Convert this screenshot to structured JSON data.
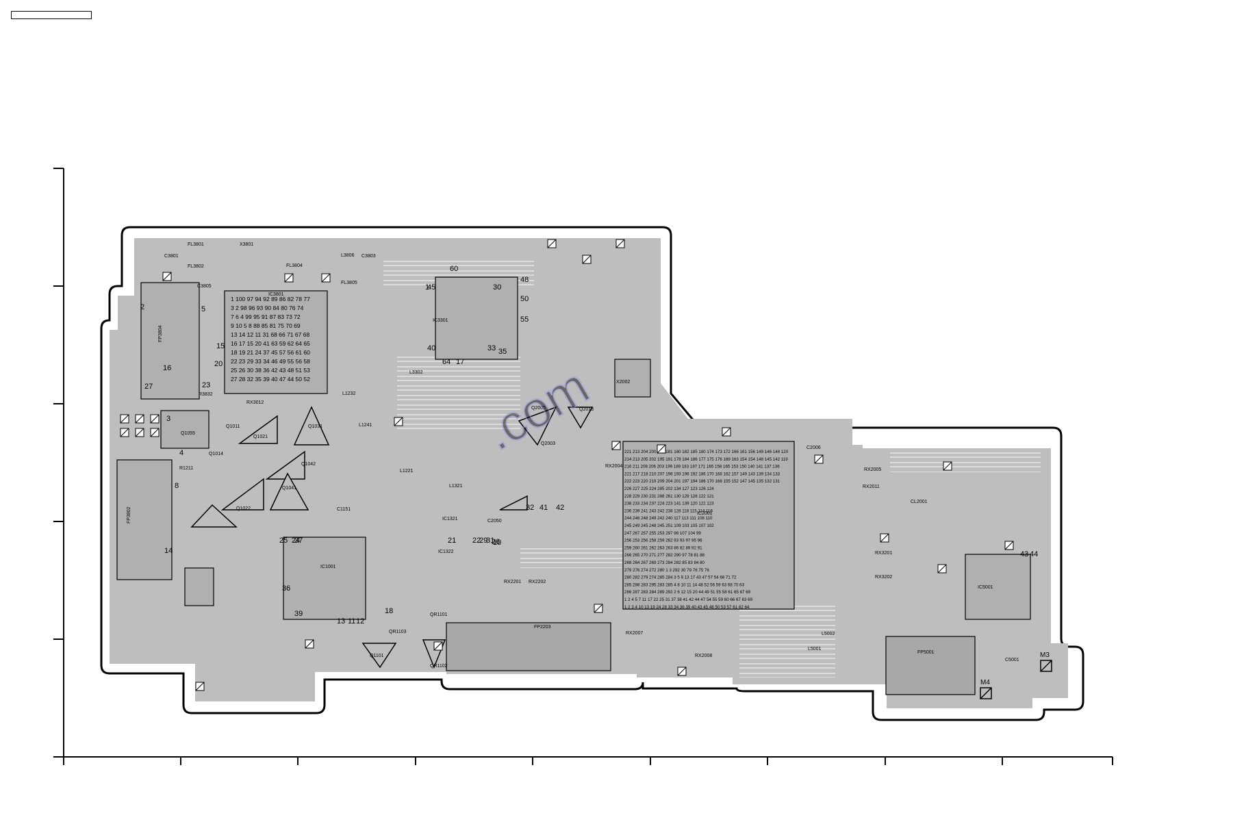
{
  "colors": {
    "board_fill": "#bebebe",
    "trace": "#e2e2e2",
    "outline": "#000000",
    "watermark": "#8e8ee6"
  },
  "components": [
    {
      "ref": "FL3801"
    },
    {
      "ref": "FL3802"
    },
    {
      "ref": "X3801"
    },
    {
      "ref": "FL3804"
    },
    {
      "ref": "FL3805"
    },
    {
      "ref": "L3806"
    },
    {
      "ref": "IC3801"
    },
    {
      "ref": "FP3804"
    },
    {
      "ref": "IC3301"
    },
    {
      "ref": "IC1001"
    },
    {
      "ref": "FP3802"
    },
    {
      "ref": "Q1055"
    },
    {
      "ref": "Q1031"
    },
    {
      "ref": "Q1021"
    },
    {
      "ref": "Q1041"
    },
    {
      "ref": "Q1022"
    },
    {
      "ref": "Q1014"
    },
    {
      "ref": "Q1011"
    },
    {
      "ref": "Q1042"
    },
    {
      "ref": "IC2001"
    },
    {
      "ref": "FP2203"
    },
    {
      "ref": "IC5001"
    },
    {
      "ref": "FP5001"
    },
    {
      "ref": "X2002"
    },
    {
      "ref": "Q2005"
    },
    {
      "ref": "Q2013"
    },
    {
      "ref": "Q2003"
    },
    {
      "ref": "Q1101"
    },
    {
      "ref": "QR1101"
    },
    {
      "ref": "QR1102"
    },
    {
      "ref": "QR1103"
    },
    {
      "ref": "L1232"
    },
    {
      "ref": "L1241"
    },
    {
      "ref": "L3302"
    },
    {
      "ref": "L1221"
    },
    {
      "ref": "L1321"
    },
    {
      "ref": "IC1321"
    },
    {
      "ref": "IC1322"
    },
    {
      "ref": "RX3012"
    },
    {
      "ref": "RX2004"
    },
    {
      "ref": "RX2202"
    },
    {
      "ref": "RX2201"
    },
    {
      "ref": "RX3201"
    },
    {
      "ref": "RX3202"
    },
    {
      "ref": "RX2011"
    },
    {
      "ref": "RX2005"
    },
    {
      "ref": "RX2007"
    },
    {
      "ref": "RX2008"
    },
    {
      "ref": "R1211"
    },
    {
      "ref": "R3832"
    },
    {
      "ref": "C3801"
    },
    {
      "ref": "C3803"
    },
    {
      "ref": "C3805"
    },
    {
      "ref": "C1151"
    },
    {
      "ref": "C2006"
    },
    {
      "ref": "C2050"
    },
    {
      "ref": "C5001"
    },
    {
      "ref": "CL2001"
    },
    {
      "ref": "L5001"
    },
    {
      "ref": "L5002"
    },
    {
      "ref": "M3"
    },
    {
      "ref": "M4"
    }
  ],
  "pin_numbers": [
    {
      "ic": "IC3801",
      "rows": [
        "1 100 97 94 92 89 86 82 78 77",
        "3 2 98 96 93 90 84 80 76 74",
        "7 6 4 99 95 91 87 83 73 72",
        "9 10 5 8 88 85 81 75 70 69",
        "13 14 12 11 31 68 66 71 67 68",
        "16 17 15 20 41 63 59 62 64 65",
        "18 19 21 24 37 45 57 56 61 60",
        "22 23 29 33 34 46 49 55 56 58",
        "25 26 30 38 36 42 43 48 51 53",
        "27 28 32 35 39 40 47 44 50 52"
      ]
    },
    {
      "ic": "IC2001",
      "rows": [
        "221 213 204 200 188 181 180 182 185 180 174 173 172 166 161 156 149 146 144 120",
        "214 213 205 202 195 191 178 184 186 177 175 176 169 163 154 154 148 145 142 119",
        "216 211 208 206 203 199 189 183 187 171 165 158 165 153 150 140 141 137 136",
        "221 217 218 210 207 198 193 196 192 186 170 168 162 157 149 143 139 134 133",
        "222 223 220 219 209 204 201 197 194 186 170 168 155 152 147 145 135 132 131",
        "226 227 225 224 285 202 134 127 123 126 124",
        "228 229 230 231 288 261 130 129 128 122 121",
        "238 233 234 237 224 223 141 139 120 122 123",
        "236 239 241 243 242 238 128 118 115 114 116",
        "244 246 248 249 242 240 117 113 111 108 110",
        "245 249 245 248 245 251 109 103 105 107 102",
        "247 267 257 255 253 297 98 107 104 99",
        "256 253 256 258 259 262 93 93 97 95 96",
        "259 260 261 262 263 263 86 82 89 92 91",
        "266 265 270 271 277 282 290 97 78 81 88",
        "268 264 267 269 273 284 282 85 83 84 80",
        "279 276 274 272 280 1 3 292 30 79 76 75 76",
        "280 282 279 274 285 284 3 5 9 13 17 43 47 57 54 68 71 72",
        "285 288 283 295 283 285 4 8 10 11 14 48 52 56 59 63 68 70 63",
        "286 287 283 284 289 292 2 6 12 15 20 44 49 51 55 58 61 65 67 69",
        "1 2 4 5 7 11 17 22 25 31 37 38 41 42 44 47 54 55 59 60 66 67 63 69",
        "1 2 3 4 10 13 19 24 28 33 34 36 39 40 43 45 48 50 53 57 61 62 64"
      ]
    }
  ],
  "misc_labels": [
    "2",
    "3",
    "4",
    "5",
    "8",
    "15",
    "20",
    "23",
    "27",
    "1",
    "30",
    "33",
    "35",
    "40",
    "45",
    "48",
    "50",
    "55",
    "60",
    "64",
    "17",
    "16",
    "26",
    "10",
    "24",
    "25",
    "37",
    "36",
    "39",
    "13",
    "11",
    "12",
    "14",
    "18",
    "21",
    "22",
    "29",
    "31",
    "32",
    "41",
    "42",
    "43",
    "44"
  ]
}
